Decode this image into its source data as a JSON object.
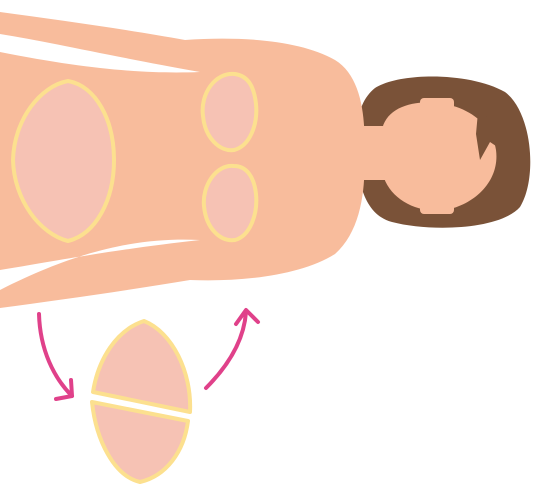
{
  "illustration": {
    "subject": "skin-graft-harvest-from-abdomen-to-chest",
    "colors": {
      "skin": "#F8BC9C",
      "hair": "#7A5238",
      "graft_fill": "#F6C2B4",
      "graft_outline": "#FCE08F",
      "arrow": "#E0418A",
      "background": "#FFFFFF"
    },
    "icons": [
      "person-body",
      "donor-site-patch",
      "recipient-site-patch",
      "graft-piece",
      "curved-arrow"
    ]
  }
}
